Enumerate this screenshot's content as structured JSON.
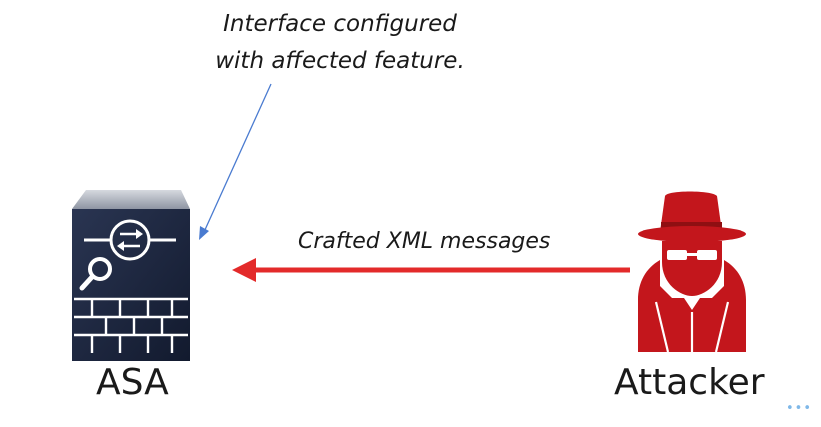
{
  "diagram": {
    "annotation": {
      "line1": "Interface configured",
      "line2": "with affected feature."
    },
    "flow_label": "Crafted XML messages",
    "nodes": {
      "asa": {
        "label": "ASA",
        "icon": "firewall-router-icon"
      },
      "attacker": {
        "label": "Attacker",
        "icon": "spy-hacker-icon"
      }
    },
    "corner_marker": "•••"
  },
  "colors": {
    "attack_arrow": "#e32a2a",
    "callout_line": "#4a7bd0",
    "device_body": "#1b2540",
    "attacker": "#c3161c"
  }
}
